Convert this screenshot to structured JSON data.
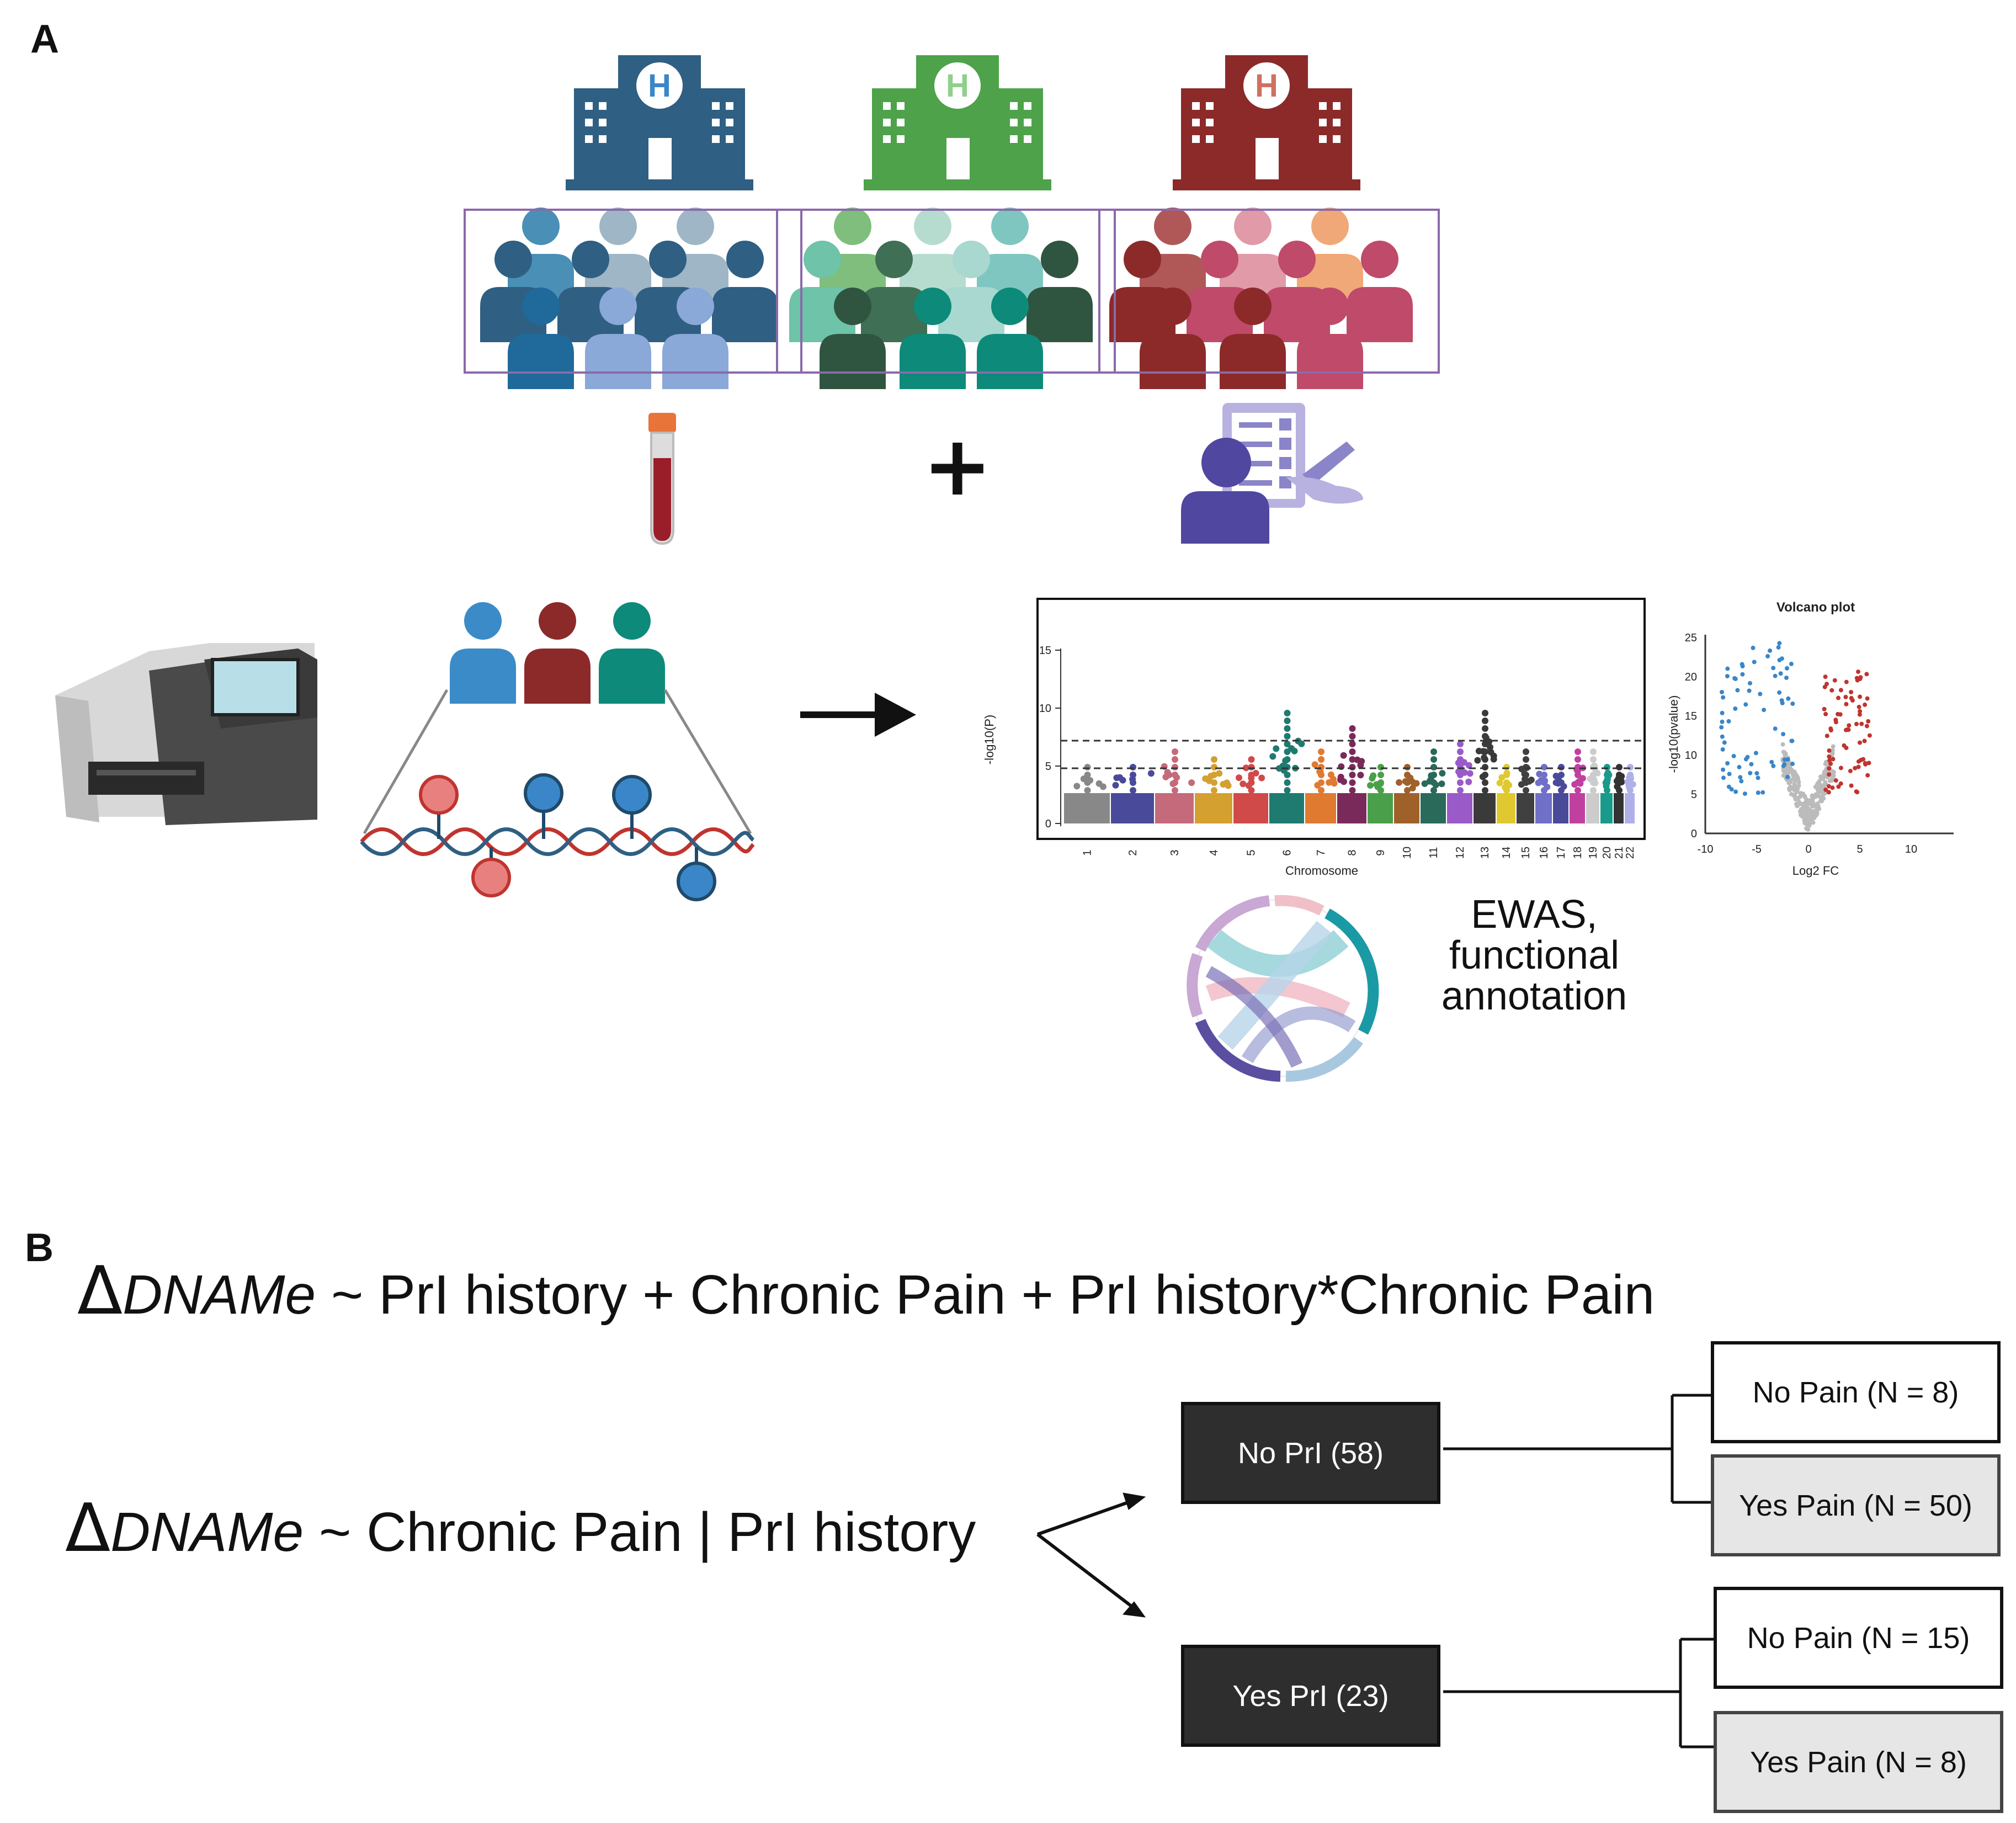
{
  "panels": {
    "a": "A",
    "b": "B"
  },
  "plus_sign": "+",
  "colors": {
    "site1": "#2f5f82",
    "site2": "#4ea24a",
    "site3": "#8c2a2a",
    "purple": "#5a4ea0",
    "red_sig": "#c0342f",
    "blue_sig": "#3a86c8"
  },
  "icons": [
    "hospital-icon",
    "people-group-icon",
    "blood-tube-icon",
    "questionnaire-icon",
    "sequencer-icon",
    "dna-methylation-icon",
    "circos-icon",
    "arrow-icon"
  ],
  "manhattan": {
    "xlabel": "Chromosome",
    "ylabel": "-log10(P)",
    "yticks": [
      "0",
      "5",
      "10",
      "15"
    ],
    "chromosomes": [
      "1",
      "2",
      "3",
      "4",
      "5",
      "6",
      "7",
      "8",
      "9",
      "10",
      "11",
      "12",
      "13",
      "14",
      "15",
      "16",
      "17",
      "18",
      "19",
      "20",
      "21",
      "22"
    ]
  },
  "volcano": {
    "title": "Volcano plot",
    "xlabel": "Log2 FC",
    "ylabel": "-log10(pvalue)",
    "xticks": [
      "-10",
      "-5",
      "0",
      "5",
      "10"
    ],
    "yticks": [
      "0",
      "5",
      "10",
      "15",
      "20",
      "25"
    ]
  },
  "ewas": {
    "line1": "EWAS,",
    "line2": "functional",
    "line3": "annotation"
  },
  "equation1": {
    "delta": "Δ",
    "term": "DNAMe",
    "rest": " ~ PrI history + Chronic Pain  + PrI history*Chronic Pain"
  },
  "equation2": {
    "delta": "Δ",
    "term": "DNAMe",
    "rest": " ~ Chronic Pain | PrI history"
  },
  "tree": {
    "no_pri": "No PrI (58)",
    "yes_pri": "Yes PrI (23)",
    "no_pri_no_pain": "No Pain (N = 8)",
    "no_pri_yes_pain": "Yes Pain (N = 50)",
    "yes_pri_no_pain": "No Pain (N = 15)",
    "yes_pri_yes_pain": "Yes Pain (N = 8)"
  }
}
